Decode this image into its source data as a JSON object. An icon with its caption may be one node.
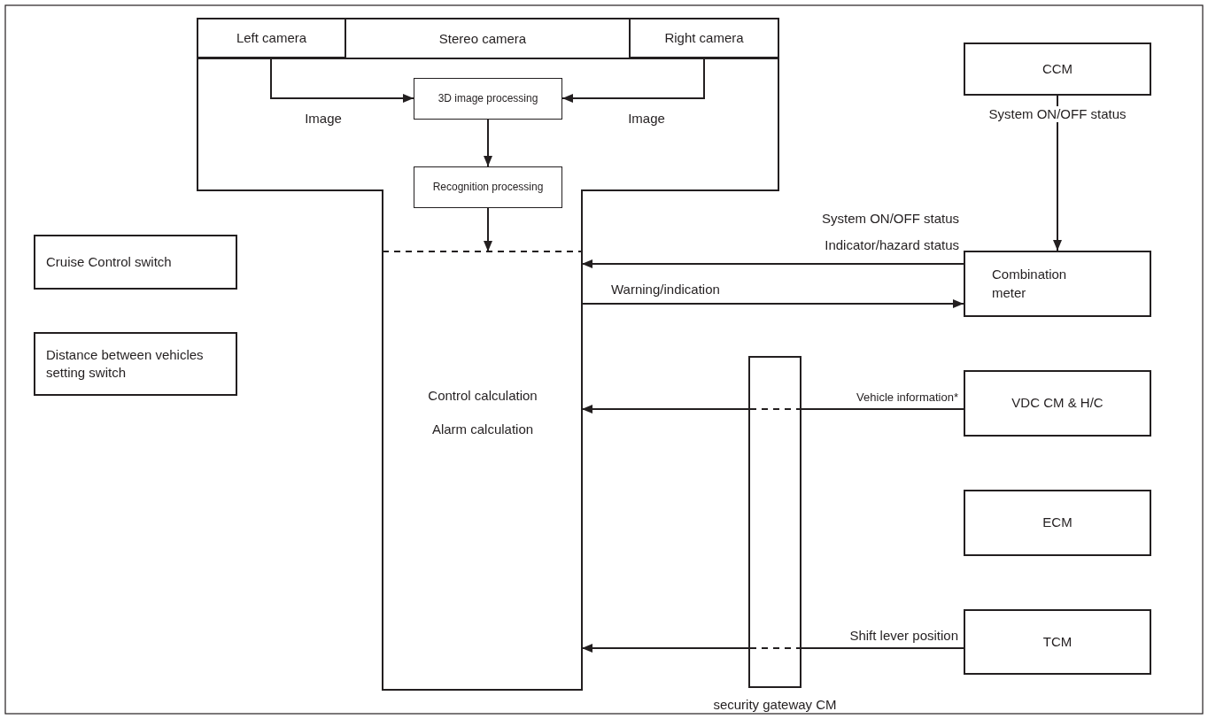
{
  "diagram": {
    "nodes": [
      {
        "text": [
          "Stereo camera",
          "Control calculation",
          "Alarm calculation"
        ]
      },
      {
        "text": [
          "Left camera"
        ],
        "in": 0
      },
      {
        "text": [
          "Right camera"
        ],
        "in": 0
      },
      {
        "text": [
          "3D image processing"
        ],
        "in": 0
      },
      {
        "text": [
          "Recognition processing"
        ],
        "in": 0
      },
      {
        "text": [
          "CCM"
        ]
      },
      {
        "text": [
          "Combination meter"
        ]
      },
      {
        "text": [
          "Cruise Control switch"
        ]
      },
      {
        "text": [
          "Distance between vehicles setting switch"
        ]
      },
      {
        "text": [
          "VDC CM & H/C"
        ]
      },
      {
        "text": [
          "ECM"
        ]
      },
      {
        "text": [
          "security gateway CM"
        ]
      },
      {
        "text": [
          "TCM"
        ]
      }
    ],
    "edges": [
      {
        "from": 1,
        "to": 3,
        "arrow": "to",
        "label": "Image"
      },
      {
        "from": 2,
        "to": 3,
        "arrow": "to",
        "label": "Image"
      },
      {
        "from": 3,
        "to": 4,
        "arrow": "to"
      },
      {
        "from": 4,
        "to": null,
        "arrow": "to"
      },
      {
        "from": 5,
        "to": 6,
        "arrow": "to",
        "label": "System ON/OFF status"
      },
      {
        "from": 6,
        "to": 0,
        "arrow": "to",
        "label": "System ON/OFF status Indicator/hazard status"
      },
      {
        "from": 0,
        "to": 6,
        "arrow": "to",
        "label": "Warning/indication"
      },
      {
        "from": 9,
        "to": 11,
        "arrow": "none",
        "label": "Vehicle information*"
      },
      {
        "from": 11,
        "to": 0,
        "arrow": "to"
      },
      {
        "from": 12,
        "to": 11,
        "arrow": "none",
        "label": "Shift lever position"
      },
      {
        "from": 11,
        "to": 0,
        "arrow": "to"
      }
    ]
  }
}
